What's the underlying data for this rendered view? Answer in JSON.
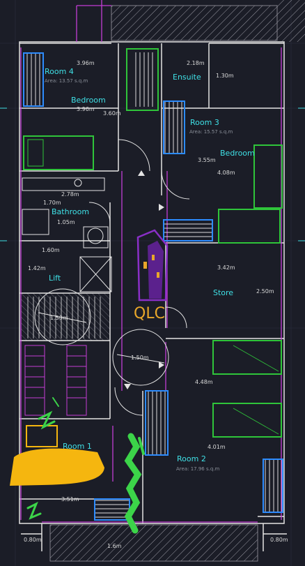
{
  "rooms": {
    "room4": "Room 4",
    "room4_area": "Area: 13.57 s.q.m",
    "bedroom_left": "Bedroom",
    "ensuite": "Ensuite",
    "room3": "Room 3",
    "room3_area": "Area: 15.57 s.q.m",
    "bedroom_right": "Bedroom",
    "bathroom": "Bathroom",
    "lift": "Lift",
    "store": "Store",
    "room1": "Room 1",
    "room2": "Room 2",
    "room2_area": "Area: 17.96 s.q.m"
  },
  "dims": {
    "d1": "3.96m",
    "d2": "2.18m",
    "d3": "1.30m",
    "d4": "3.96m",
    "d5": "3.60m",
    "d6": "3.55m",
    "d7": "4.08m",
    "d8": "2.78m",
    "d9": "1.70m",
    "d10": "1.05m",
    "d11": "1.60m",
    "d12": "1.42m",
    "d13": "3.42m",
    "d14": "2.50m",
    "d15": "1.50m",
    "d16": "1.50m",
    "d17": "4.48m",
    "d18": "4.01m",
    "d19": "3.51m",
    "d20": "0.80m",
    "d21": "1.6m",
    "d22": "0.80m"
  },
  "logo": {
    "text": "QLC"
  },
  "colors": {
    "background": "#1b1d27",
    "wall": "#e4e4e4",
    "magenta": "#c43dd6",
    "label": "#3fe0e6",
    "wardrobe": "#2d8cff",
    "bed": "#2fc53a",
    "highlight_yellow": "#f5b60f",
    "scribble_green": "#3cd449"
  }
}
